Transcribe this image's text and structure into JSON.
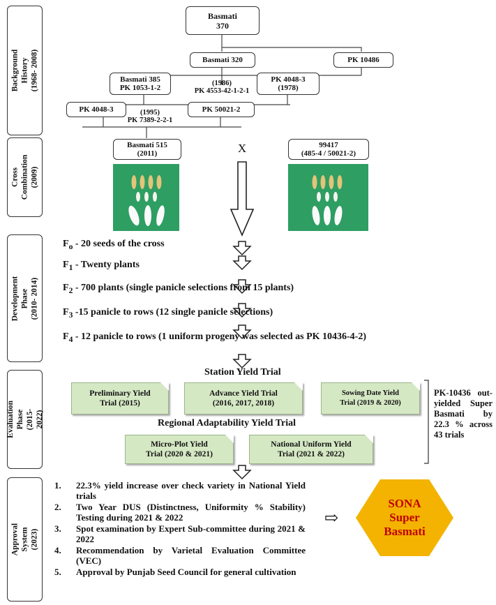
{
  "phases": [
    {
      "label": "Background History\n(1968- 2008)"
    },
    {
      "label": "Cross Combination\n(2009)"
    },
    {
      "label": "Development Phase\n(2010- 2014)"
    },
    {
      "label": "Evaluation Phase\n(2015- 2022)"
    },
    {
      "label": "Approval System\n(2023)"
    }
  ],
  "background_history": {
    "basmati_370": "Basmati\n370",
    "basmati_320": "Basmati 320",
    "pk_10486": "PK 10486",
    "basmati_385": "Basmati 385\nPK 1053-1-2",
    "cross_1986": "(1986)\nPK 4553-42-1-2-1",
    "pk_4048_3_1978": "PK 4048-3\n(1978)",
    "pk_4048_3": "PK 4048-3",
    "pk_50021_2": "PK 50021-2",
    "cross_1995": "(1995)\nPK 7389-2-2-1"
  },
  "cross_combination": {
    "basmati_515": "Basmati 515\n(2011)",
    "cross_symbol": "X",
    "line_99417": "99417\n(485-4 / 50021-2)"
  },
  "development": [
    {
      "gen": "F",
      "sub": "o",
      "text": " - 20 seeds of the cross"
    },
    {
      "gen": "F",
      "sub": "1",
      "text": " - Twenty plants"
    },
    {
      "gen": "F",
      "sub": "2",
      "text": " - 700 plants (single panicle selections from 15 plants)"
    },
    {
      "gen": "F",
      "sub": "3",
      "text": " -15 panicle to rows (12 single panicle selections)"
    },
    {
      "gen": "F",
      "sub": "4",
      "text": " - 12 panicle to rows (1 uniform progeny was selected as PK 10436-4-2)"
    }
  ],
  "evaluation": {
    "station_heading": "Station Yield Trial",
    "regional_heading": "Regional Adaptability Yield Trial",
    "preliminary": "Preliminary Yield\nTrial (2015)",
    "advance": "Advance Yield Trial\n(2016, 2017, 2018)",
    "sowing": "Sowing Date Yield\nTrial (2019 & 2020)",
    "micro_plot": "Micro-Plot Yield\nTrial (2020 & 2021)",
    "national": "National Uniform Yield\nTrial (2021 & 2022)",
    "note": "PK-10436 out-yielded Super Basmati by 22.3 % across 43 trials"
  },
  "approval": {
    "items": [
      {
        "num": "1.",
        "text": "22.3% yield increase over check variety in National Yield trials"
      },
      {
        "num": "2.",
        "text": "Two Year DUS (Distinctness, Uniformity % Stability) Testing during 2021 & 2022"
      },
      {
        "num": "3.",
        "text": "Spot examination by Expert Sub-committee during 2021 & 2022"
      },
      {
        "num": "4.",
        "text": "Recommendation by Varietal Evaluation Committee (VEC)"
      },
      {
        "num": "5.",
        "text": "Approval by Punjab Seed Council for general cultivation"
      }
    ],
    "arrow_glyph": "⇨",
    "result": "SONA\nSuper\nBasmati",
    "result_color": "#c00000",
    "hex_color": "#f3b300",
    "trial_box_color": "#d5e8c4",
    "photo_bg_color": "#2e9e63"
  }
}
